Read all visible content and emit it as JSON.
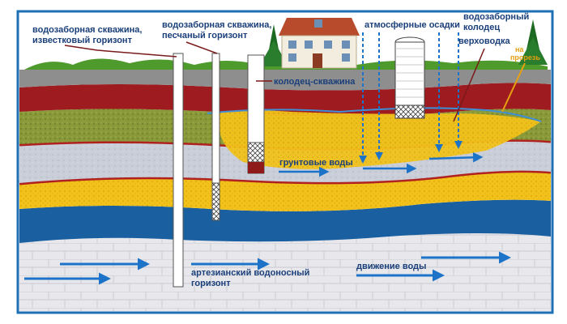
{
  "labels": {
    "well_limestone_line1": "водозаборная скважина,",
    "well_limestone_line2": "известковый горизонт",
    "well_sand_line1": "водозаборная скважина,",
    "well_sand_line2": "песчаный горизонт",
    "well_shaft": "колодец-скважина",
    "precipitation": "атмосферные осадки",
    "intake_well_line1": "водозаборный",
    "intake_well_line2": "колодец",
    "perched_water": "верховодка",
    "side_label_line1": "на",
    "side_label_line2": "прорезь",
    "groundwater": "грунтовые воды",
    "artesian_line1": "артезианский водоносный",
    "artesian_line2": "горизонт",
    "water_movement": "движение воды"
  },
  "colors": {
    "frame": "#1f6fb3",
    "sky": "#ffffff",
    "topsoil": "#8c8c8c",
    "red_clay": "#9e1b1f",
    "green_layer": "#8a9a3a",
    "sand": "#f2c21a",
    "gray_sand": "#c8ccd6",
    "aquifer_blue": "#1a5fa0",
    "limestone": "#e6e6ea",
    "label_text": "#1a3f7a",
    "arrow_blue": "#1d73c8",
    "water_line": "#3f8fd6"
  },
  "icons": [
    "house-icon",
    "tree-icon"
  ]
}
